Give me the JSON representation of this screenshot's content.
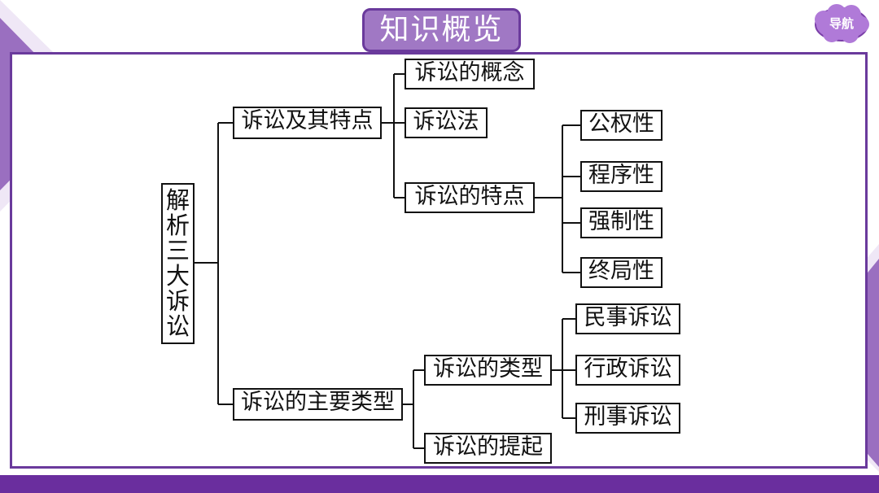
{
  "slide": {
    "title": "知识概览",
    "nav_label": "导航"
  },
  "colors": {
    "accent": "#6a3a9c",
    "badge": "#a078c4",
    "bottom_bar": "#6a2e9e"
  },
  "mindmap": {
    "root": "解析三大诉讼",
    "branch1": {
      "label": "诉讼及其特点",
      "children": [
        "诉讼的概念",
        "诉讼法",
        "诉讼的特点"
      ],
      "features": [
        "公权性",
        "程序性",
        "强制性",
        "终局性"
      ]
    },
    "branch2": {
      "label": "诉讼的主要类型",
      "children": [
        "诉讼的类型",
        "诉讼的提起"
      ],
      "types": [
        "民事诉讼",
        "行政诉讼",
        "刑事诉讼"
      ]
    }
  }
}
